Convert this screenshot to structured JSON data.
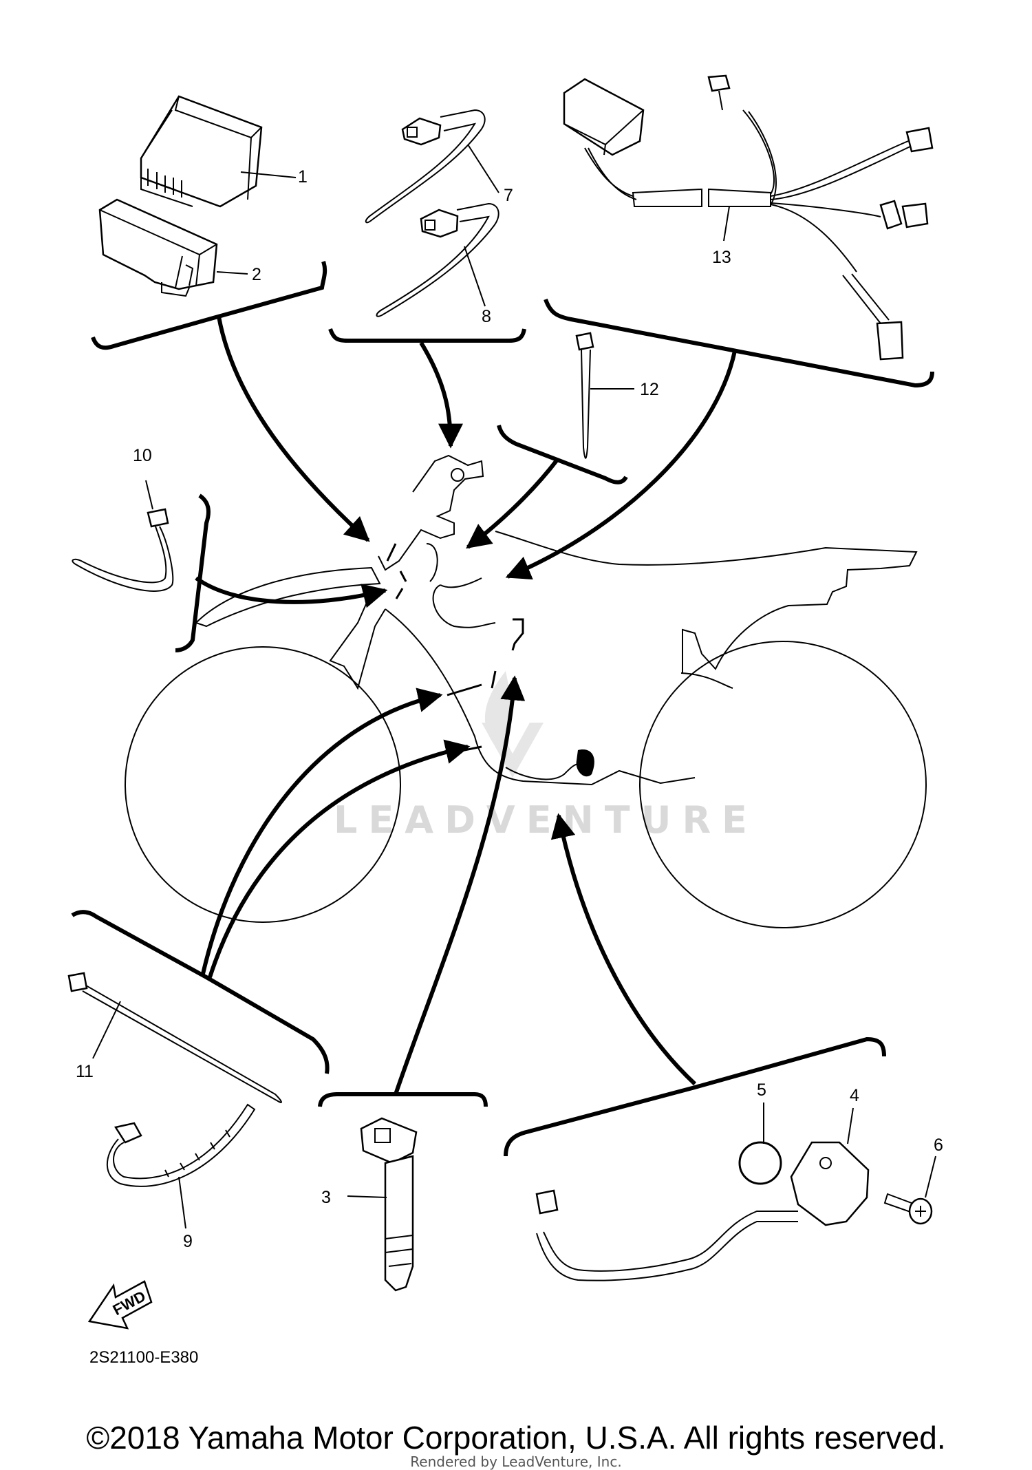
{
  "diagram": {
    "code": "2S21100-E380",
    "fwd_label": "FWD",
    "watermark": "LEADVENTURE",
    "copyright": "©2018 Yamaha Motor Corporation, U.S.A. All rights reserved.",
    "rendered_by": "Rendered by LeadVenture, Inc."
  },
  "parts": [
    {
      "num": "1"
    },
    {
      "num": "2"
    },
    {
      "num": "3"
    },
    {
      "num": "4"
    },
    {
      "num": "5"
    },
    {
      "num": "6"
    },
    {
      "num": "7"
    },
    {
      "num": "8"
    },
    {
      "num": "9"
    },
    {
      "num": "10"
    },
    {
      "num": "11"
    },
    {
      "num": "12"
    },
    {
      "num": "13"
    }
  ]
}
